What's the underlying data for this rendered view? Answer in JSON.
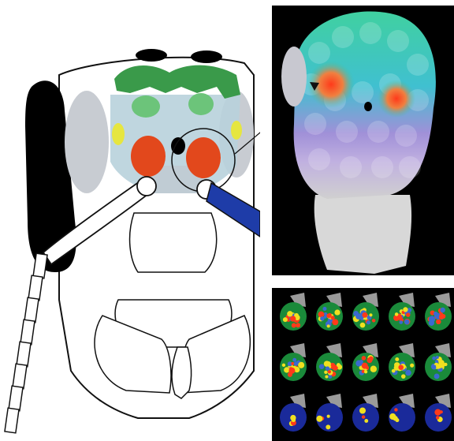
{
  "figure": {
    "panels": [
      {
        "id": "head-schematic",
        "content": "insect-head-outline-with-brain"
      },
      {
        "id": "antennal-lobe-3d",
        "content": "glomeruli-activity-volume"
      },
      {
        "id": "activity-time-series",
        "content": "optical-imaging-frames"
      }
    ],
    "frames": {
      "rows": 3,
      "cols": 5
    },
    "colors": {
      "outline": "#111111",
      "compound_eye": "#000000",
      "mushroom_body": "#3a9a4a",
      "mushroom_body_light": "#6cc47a",
      "optic_lobe": "#c8ccd2",
      "central_brain": "#b8d2dc",
      "antennal_lobe": "#e2481c",
      "antenna_right": "#1e3ca8",
      "ocelli": "#000000",
      "activity_high": "#ff3a1a",
      "activity_mid": "#f0e020",
      "activity_low": "#1a8a3a",
      "activity_base": "#1a2a9a",
      "volume_bg": "#000000"
    }
  }
}
